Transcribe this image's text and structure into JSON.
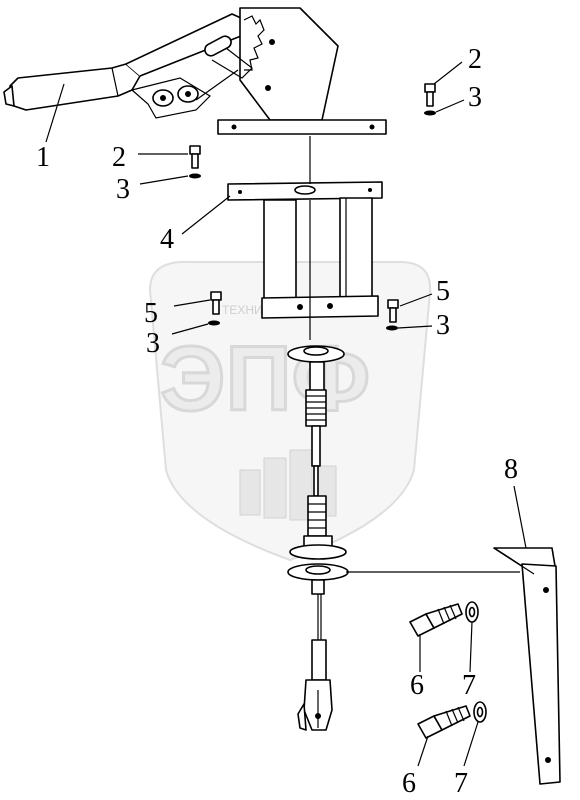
{
  "watermark": {
    "big_text": "ЭПФ",
    "small_text": "ТЕХНИКА И ЗАПЧАСТИ"
  },
  "callouts": [
    {
      "id": "c1",
      "label": "1"
    },
    {
      "id": "c2a",
      "label": "2"
    },
    {
      "id": "c3a",
      "label": "3"
    },
    {
      "id": "c2b",
      "label": "2"
    },
    {
      "id": "c3b",
      "label": "3"
    },
    {
      "id": "c4",
      "label": "4"
    },
    {
      "id": "c5a",
      "label": "5"
    },
    {
      "id": "c3c",
      "label": "3"
    },
    {
      "id": "c5b",
      "label": "5"
    },
    {
      "id": "c3d",
      "label": "3"
    },
    {
      "id": "c8",
      "label": "8"
    },
    {
      "id": "c6a",
      "label": "6"
    },
    {
      "id": "c7a",
      "label": "7"
    },
    {
      "id": "c6b",
      "label": "6"
    },
    {
      "id": "c7b",
      "label": "7"
    }
  ]
}
